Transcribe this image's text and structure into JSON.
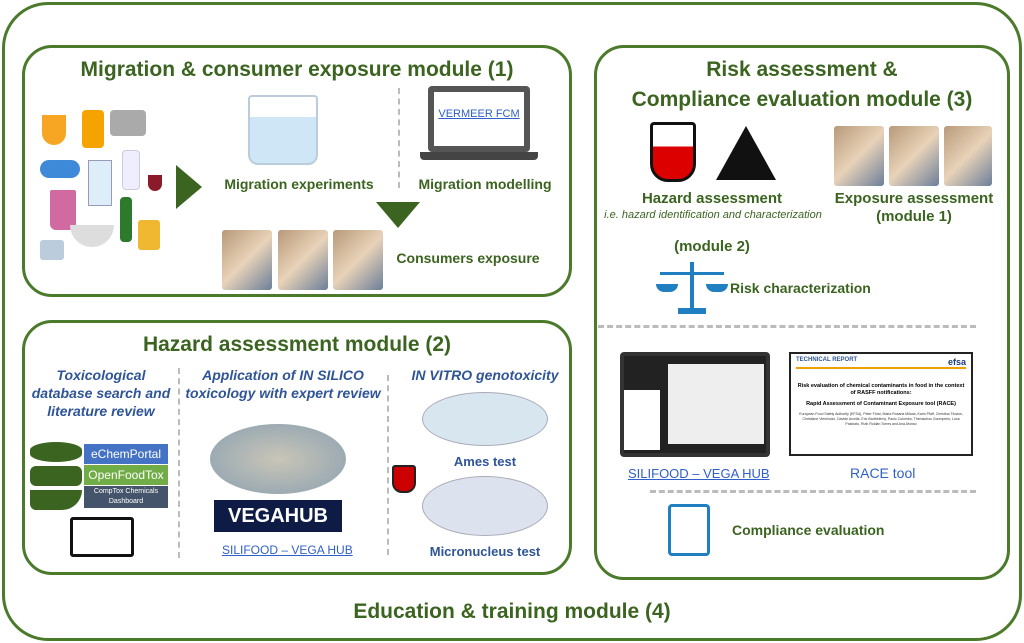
{
  "colors": {
    "frame": "#4a7a2a",
    "heading": "#3b6420",
    "blue_text": "#2f5597",
    "link": "#2f5fc8"
  },
  "module1": {
    "title": "Migration & consumer exposure module (1)",
    "experiments": "Migration experiments",
    "modelling": "Migration modelling",
    "screen_text": "VERMEER FCM",
    "exposure": "Consumers exposure"
  },
  "module2": {
    "title": "Hazard assessment module (2)",
    "col1_title": "Toxicological database search and literature review",
    "databases": [
      "eChemPortal",
      "OpenFoodTox",
      "CompTox Chemicals Dashboard"
    ],
    "col2_title": "Application of IN SILICO toxicology with expert review",
    "vega_logo": "VEGAHUB",
    "vega_link": "SILIFOOD – VEGA HUB",
    "col3_title": "IN VITRO genotoxicity",
    "ames": "Ames test",
    "micronucleus": "Micronucleus test"
  },
  "module3": {
    "title_line1": "Risk assessment &",
    "title_line2": "Compliance evaluation module (3)",
    "hazard": "Hazard assessment",
    "hazard_sub": "i.e. hazard identification and characterization",
    "hazard_module": "(module 2)",
    "exposure": "Exposure assessment",
    "exposure_module": "(module 1)",
    "risk": "Risk characterization",
    "vega_link": "SILIFOOD – VEGA HUB",
    "race_link": "RACE tool",
    "report": {
      "header": "TECHNICAL REPORT",
      "logo": "efsa",
      "title": "Risk evaluation of chemical contaminants in food in the context of RASFF notifications:",
      "subtitle": "Rapid Assessment of Contaminant Exposure tool (RACE)",
      "authors": "European Food Safety Authority (EFSA), Peter Fürst, Maria Rosaria Milana, Karin Pfaff, Christina Tlustos, Christiane Vleminckx, Davide Arcella, Eric Barthélémy, Paolo Colombo, Themachos Goumperis, Luca Pasinato, Ruth Roldán Torres and Ana Afonso"
    },
    "compliance": "Compliance evaluation"
  },
  "module4": {
    "title": "Education & training module (4)"
  }
}
